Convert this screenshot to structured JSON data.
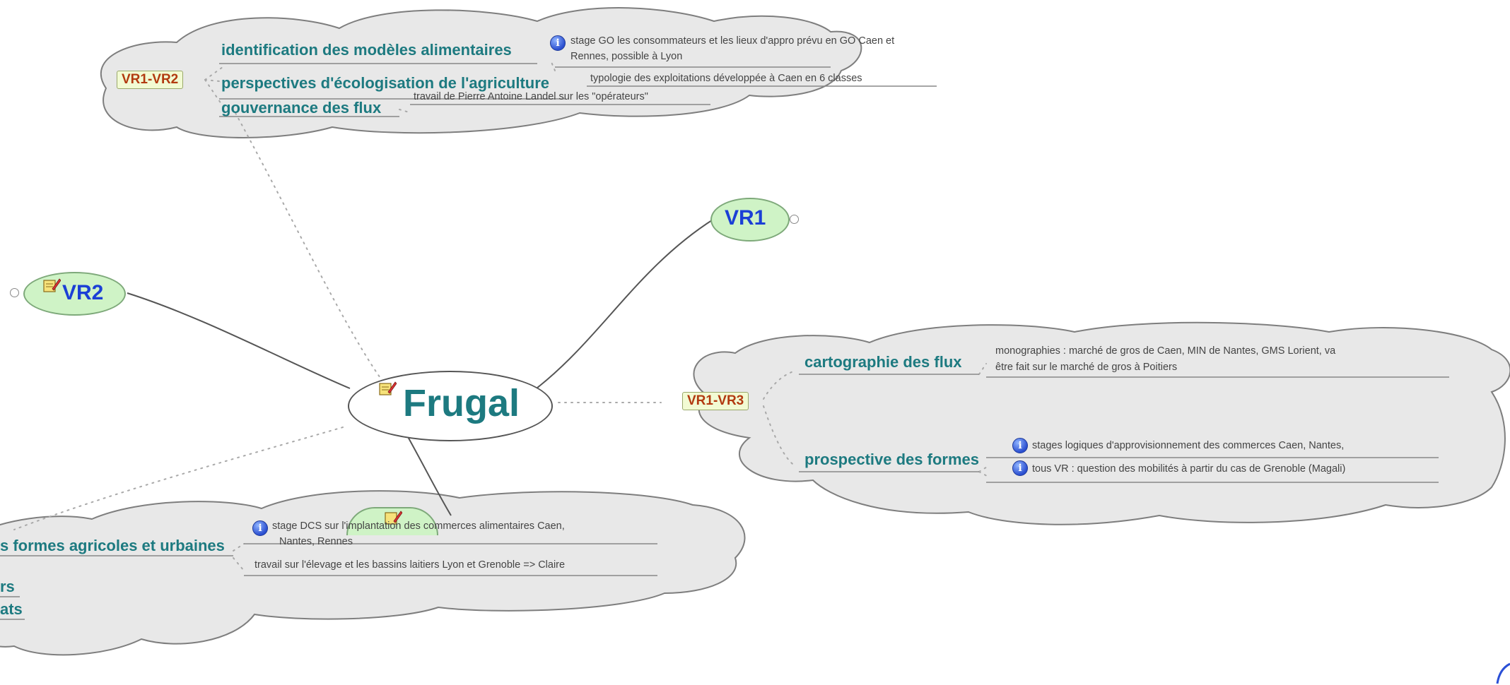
{
  "root": {
    "label": "Frugal",
    "icon": "note-icon"
  },
  "main_topics": {
    "vr1": "VR1",
    "vr2": "VR2"
  },
  "group_top": {
    "tag": "VR1-VR2",
    "topics": [
      "identification des modèles alimentaires",
      "perspectives d'écologisation de l'agriculture",
      "gouvernance des flux"
    ],
    "notes": {
      "note1_line1": "stage GO les consommateurs et les lieux d'appro prévu en GO Caen et",
      "note1_line2": "Rennes, possible à Lyon",
      "note2": "typologie des exploitations développée à Caen en 6 classes",
      "note3": "travail de Pierre Antoine Landel sur les \"opérateurs\""
    }
  },
  "group_right": {
    "tag": "VR1-VR3",
    "topics": [
      "cartographie des flux",
      "prospective des formes"
    ],
    "notes": {
      "note1_line1": "monographies : marché de gros de Caen, MIN de Nantes, GMS Lorient, va",
      "note1_line2": "être fait sur le marché de gros à Poitiers",
      "note2": "stages logiques d'approvisionnement des commerces Caen, Nantes,",
      "note3": "tous VR : question des mobilités à partir du cas de Grenoble (Magali)"
    }
  },
  "group_bottom": {
    "topics": [
      "s formes agricoles et urbaines",
      "rs",
      "ats"
    ],
    "notes": {
      "note1_line1": "stage DCS sur l'implantation des commerces alimentaires Caen,",
      "note1_line2": "Nantes, Rennes",
      "note2": "travail sur l'élevage et les bassins laitiers Lyon et Grenoble => Claire"
    }
  },
  "colors": {
    "topic_text": "#1d7a80",
    "root_text": "#1d7a80",
    "bubble_text": "#1b3fd6",
    "bubble_fill": "#cff3c6",
    "group_tag_text": "#b23a10",
    "group_tag_fill": "#f2fbd3",
    "cloud_fill": "#e8e8e8",
    "cloud_stroke": "#7e7e7e",
    "info_icon": "#2b4fd0"
  }
}
